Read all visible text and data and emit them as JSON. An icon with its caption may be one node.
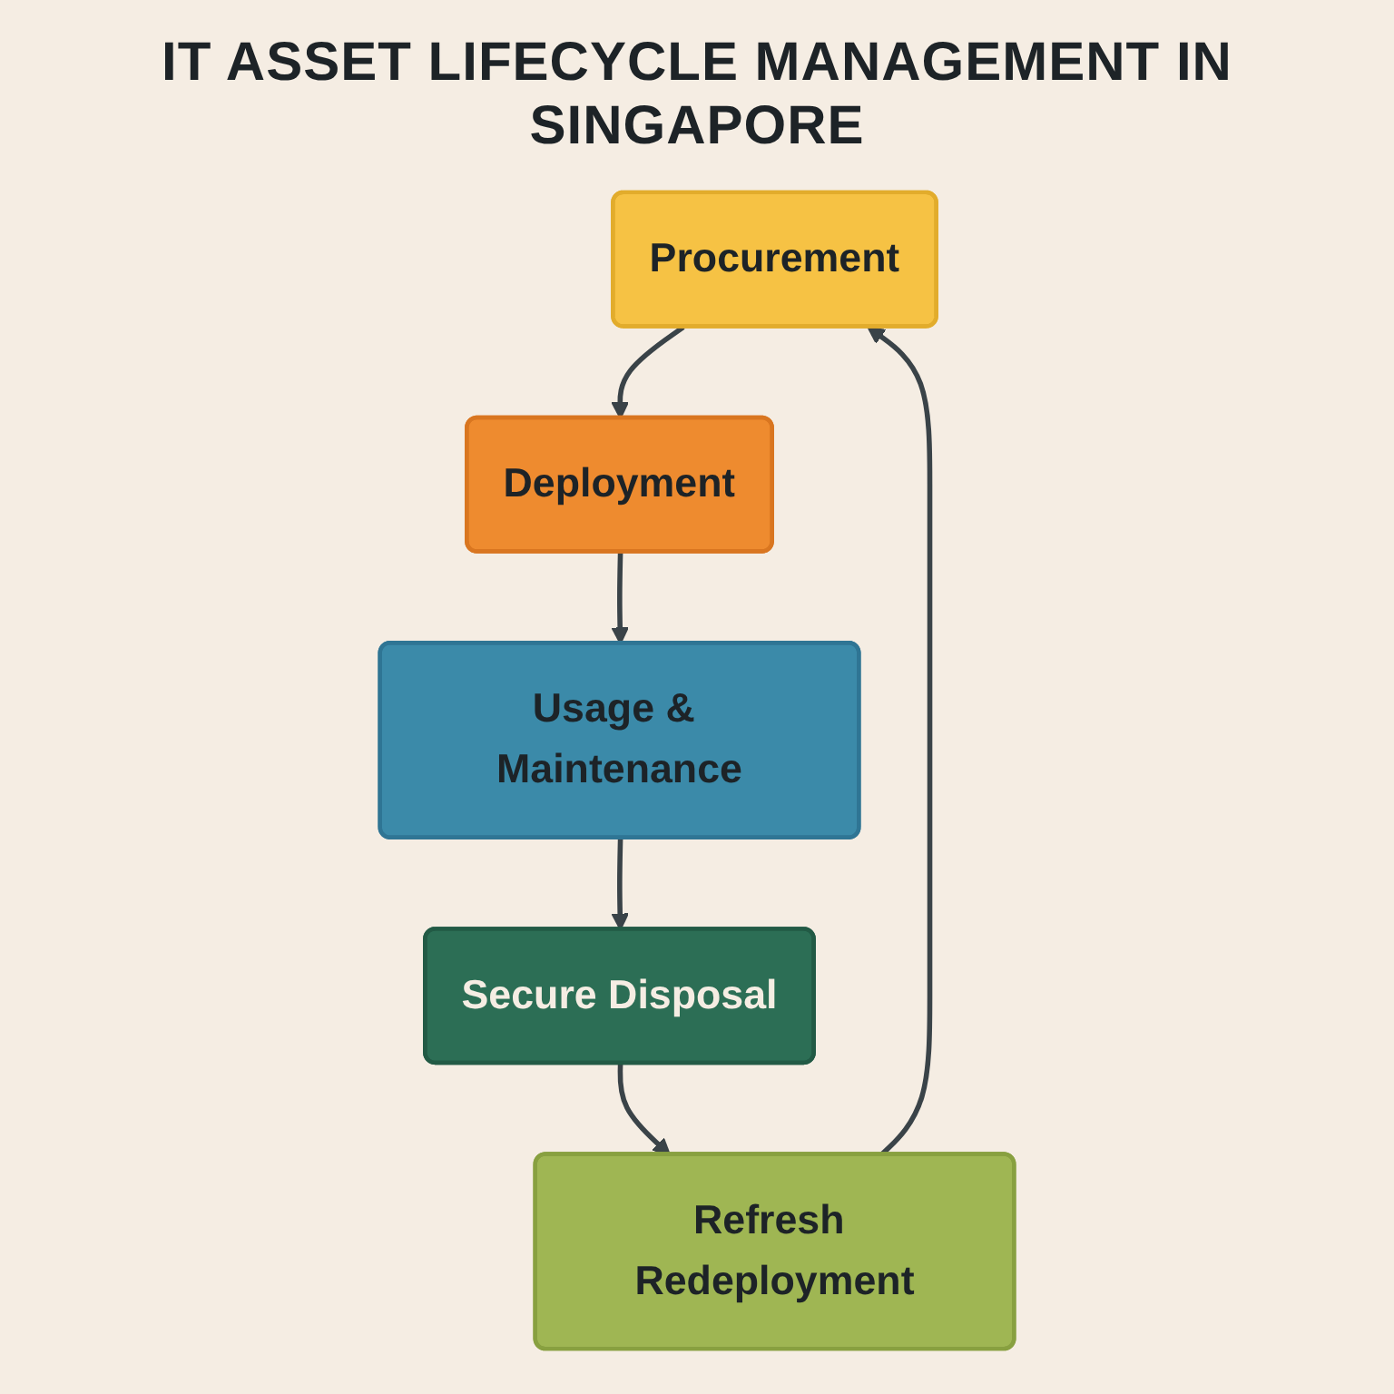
{
  "diagram": {
    "title": "IT ASSET LIFECYCLE MANAGEMENT IN SINGAPORE",
    "nodes": [
      {
        "text": [
          "Procurement"
        ]
      },
      {
        "text": [
          "Deployment"
        ]
      },
      {
        "text": [
          "Usage & Maintenance"
        ]
      },
      {
        "text": [
          "Secure Disposal"
        ]
      },
      {
        "text": [
          "Refresh Redeployment"
        ]
      }
    ],
    "edges": [
      {
        "from": 0,
        "to": 1,
        "arrow": "to"
      },
      {
        "from": 1,
        "to": 2,
        "arrow": "to"
      },
      {
        "from": 2,
        "to": 3,
        "arrow": "to"
      },
      {
        "from": 3,
        "to": 4,
        "arrow": "to"
      },
      {
        "from": 4,
        "to": 0,
        "arrow": "to"
      }
    ]
  }
}
